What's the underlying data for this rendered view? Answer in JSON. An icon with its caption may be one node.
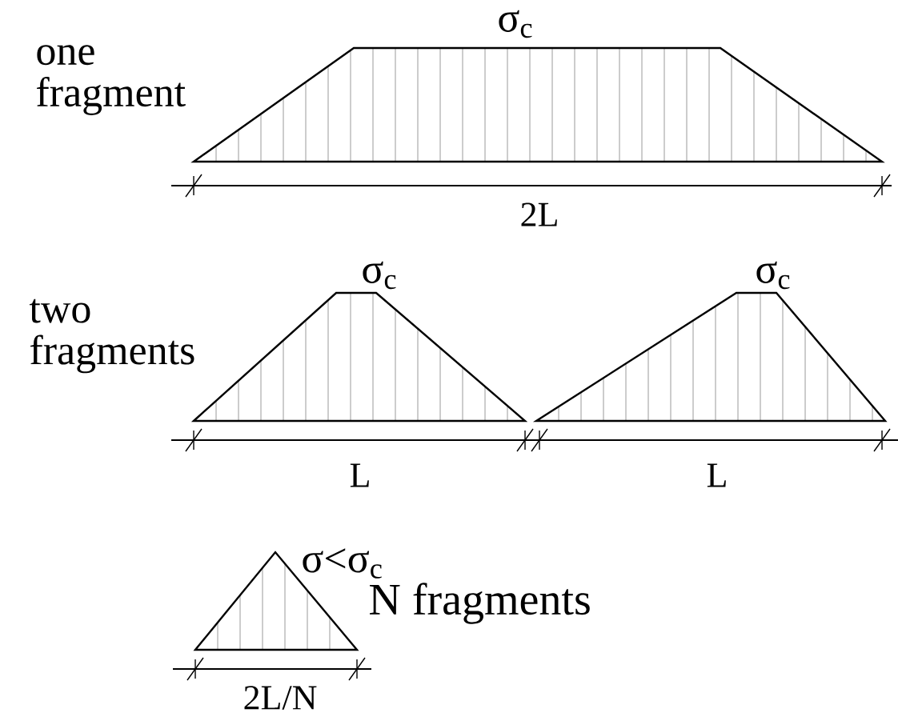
{
  "diagram": {
    "labels": [
      "one fragment",
      "σ$_{c}$",
      "2L",
      "two fragments",
      "σ$_{c}$",
      "σ$_{c}$",
      "L",
      "L",
      "σ<σ$_{c}$",
      "N fragments",
      "2L/N"
    ]
  }
}
